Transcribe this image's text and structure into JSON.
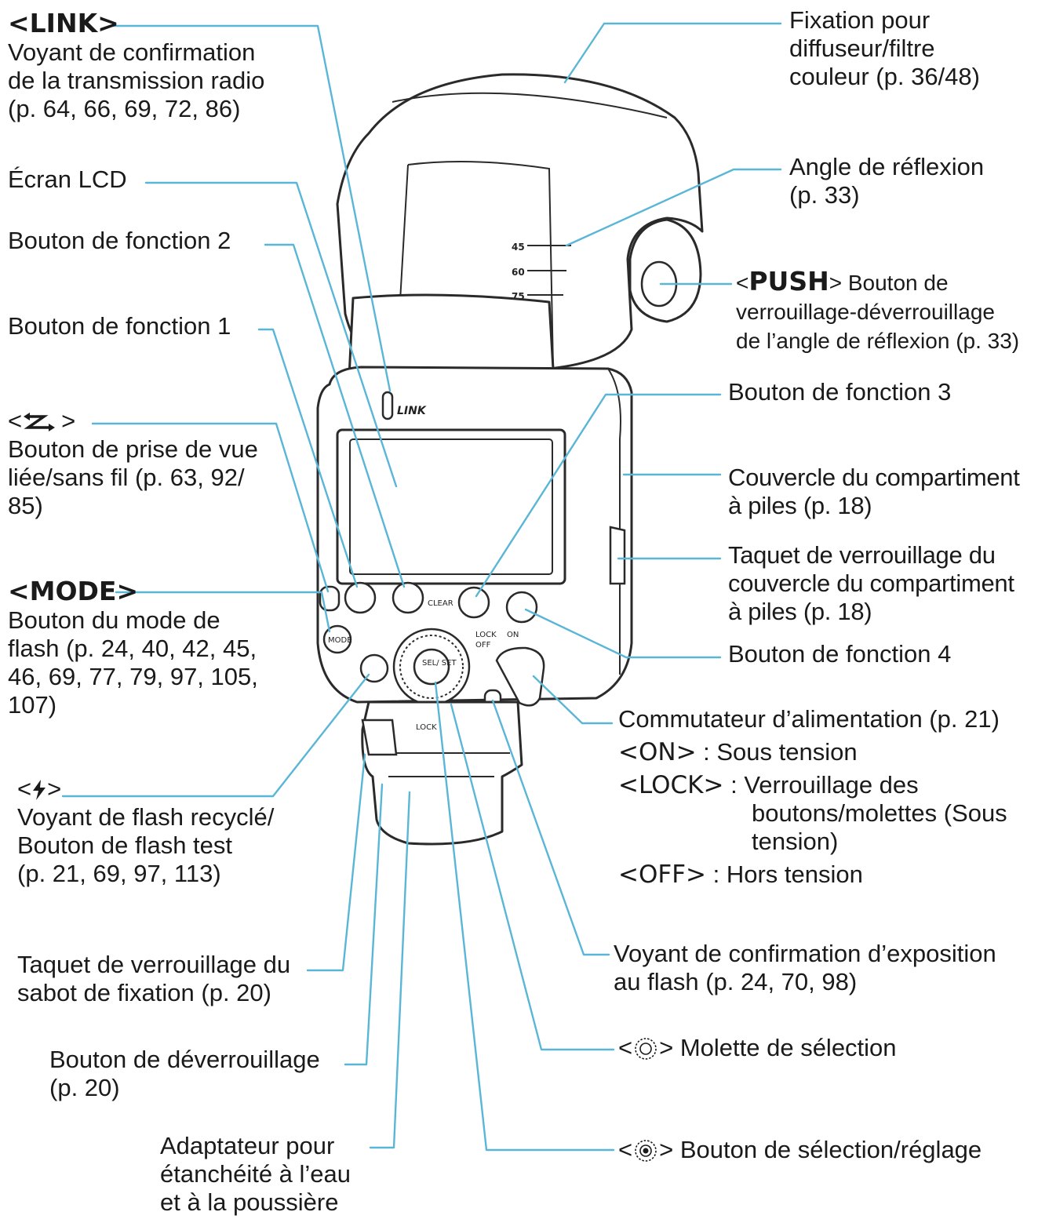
{
  "labels": {
    "link": {
      "token": "<LINK>",
      "lines": [
        "Voyant de confirmation",
        "de la transmission radio",
        "(p. 64, 66, 69, 72, 86)"
      ]
    },
    "lcd": {
      "lines": [
        "Écran LCD"
      ]
    },
    "fn2": {
      "lines": [
        "Bouton de fonction 2"
      ]
    },
    "fn1": {
      "lines": [
        "Bouton de fonction 1"
      ]
    },
    "wireless": {
      "token_open": "<",
      "token_close": ">",
      "lines": [
        "Bouton de prise de vue",
        "liée/sans fil (p. 63, 92/",
        "85)"
      ]
    },
    "mode": {
      "token": "<MODE>",
      "lines": [
        "Bouton du mode de",
        "flash (p. 24, 40, 42, 45,",
        "46, 69, 77, 79, 97, 105,",
        "107)"
      ]
    },
    "recycle": {
      "token_open": "<",
      "token_close": ">",
      "lines": [
        "Voyant de flash recyclé/",
        "Bouton de flash test",
        "(p. 21, 69, 97, 113)"
      ]
    },
    "shoe_lock": {
      "lines": [
        "Taquet de verrouillage du",
        "sabot de fixation (p. 20)"
      ]
    },
    "release": {
      "lines": [
        "Bouton de déverrouillage",
        "(p. 20)"
      ]
    },
    "adapter": {
      "lines": [
        "Adaptateur pour",
        "étanchéité à l’eau",
        "et à la poussière"
      ]
    },
    "diffuser": {
      "lines": [
        "Fixation pour",
        "diffuseur/filtre",
        "couleur (p. 36/48)"
      ]
    },
    "bounce": {
      "lines": [
        "Angle de réflexion",
        "(p. 33)"
      ]
    },
    "push": {
      "token_open": "<",
      "token": "PUSH",
      "after": "> Bouton de",
      "lines": [
        "verrouillage-déverrouillage",
        "de l’angle de réflexion (p. 33)"
      ]
    },
    "fn3": {
      "lines": [
        "Bouton de fonction 3"
      ]
    },
    "battery_cover": {
      "lines": [
        "Couvercle du compartiment",
        "à piles (p. 18)"
      ]
    },
    "battery_lock": {
      "lines": [
        "Taquet de verrouillage du",
        "couvercle du compartiment",
        "à piles (p. 18)"
      ]
    },
    "fn4": {
      "lines": [
        "Bouton de fonction 4"
      ]
    },
    "power": {
      "title": "Commutateur d’alimentation (p. 21)",
      "on_token": "<ON>",
      "on_text": " : Sous tension",
      "lock_token": "<LOCK>",
      "lock_text": " : Verrouillage des",
      "lock_lines": [
        "boutons/molettes (Sous",
        "tension)"
      ],
      "off_token": "<OFF>",
      "off_text": " : Hors tension"
    },
    "exposure": {
      "lines": [
        "Voyant de confirmation d’exposition",
        "au flash (p. 24, 70, 98)"
      ]
    },
    "dial": {
      "open": "<",
      "close": "> Molette de sélection"
    },
    "set": {
      "open": "<",
      "close": "> Bouton de sélection/réglage"
    }
  },
  "device_marks": {
    "link_mark": "LINK",
    "clear": "CLEAR",
    "lock": "LOCK",
    "on": "ON",
    "off": "OFF",
    "set": "SEL/ SET",
    "mode_btn": "MODE",
    "angle_45": "45",
    "angle_60": "60",
    "angle_75": "75"
  },
  "colors": {
    "leader": "#5ab6d6",
    "device_line": "#2a2a2a"
  }
}
